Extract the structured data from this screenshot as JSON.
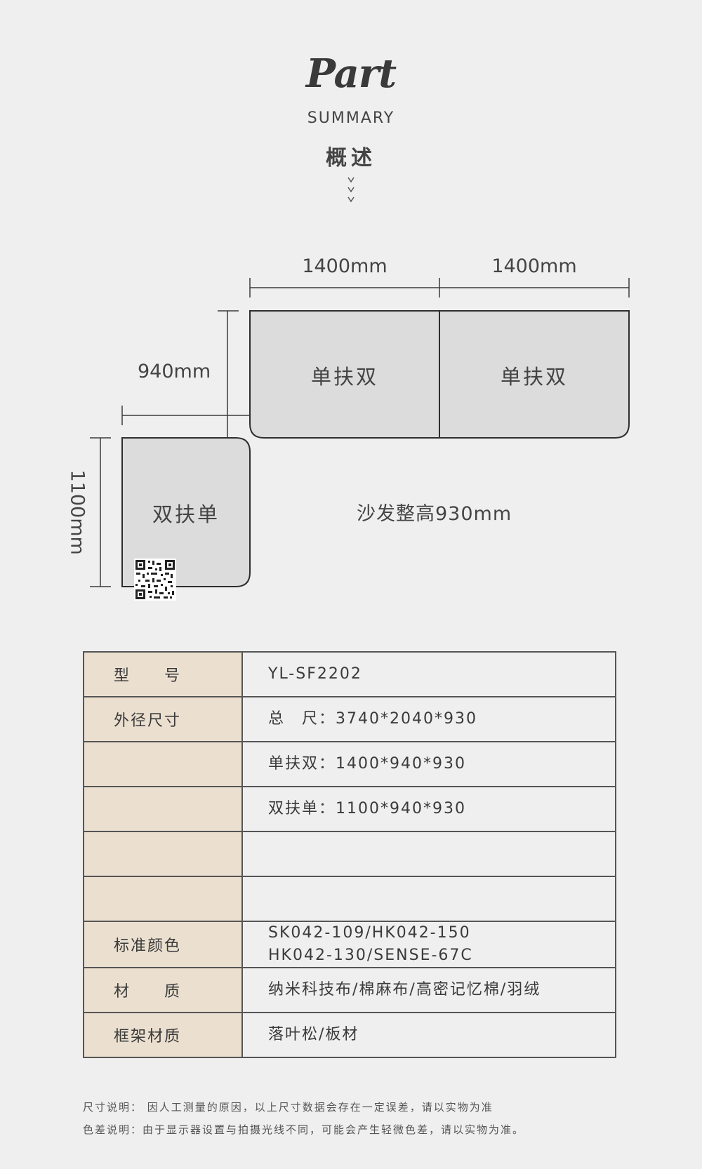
{
  "header": {
    "script_title": "Part",
    "subtitle": "SUMMARY",
    "title_cn": "概述"
  },
  "diagram": {
    "width_left": "1400mm",
    "width_right": "1400mm",
    "depth": "940mm",
    "length_side": "1100mm",
    "module_right_1": "单扶双",
    "module_right_2": "单扶双",
    "module_left": "双扶单",
    "height_note": "沙发整高930mm"
  },
  "spec_table": {
    "rows": [
      {
        "key": "型　　号",
        "value": "YL-SF2202"
      },
      {
        "key": "外径尺寸",
        "value": "总　尺：3740*2040*930"
      },
      {
        "key": "",
        "value": "单扶双：1400*940*930"
      },
      {
        "key": "",
        "value": "双扶单：1100*940*930"
      },
      {
        "key": "",
        "value": ""
      },
      {
        "key": "",
        "value": ""
      },
      {
        "key": "标准颜色",
        "value": "SK042-109/HK042-150",
        "value2": "HK042-130/SENSE-67C"
      },
      {
        "key": "材　　质",
        "value": "纳米科技布/棉麻布/高密记忆棉/羽绒"
      },
      {
        "key": "框架材质",
        "value": "落叶松/板材"
      }
    ]
  },
  "notes": {
    "size_note": "尺寸说明：  因人工测量的原因，以上尺寸数据会存在一定误差，请以实物为准",
    "color_note": "色差说明：由于显示器设置与拍摄光线不同，可能会产生轻微色差，请以实物为准。"
  },
  "colors": {
    "background": "#efefef",
    "module_fill": "#dcdcdc",
    "key_cell": "#ebe0d0",
    "line": "#3a3a3a"
  }
}
